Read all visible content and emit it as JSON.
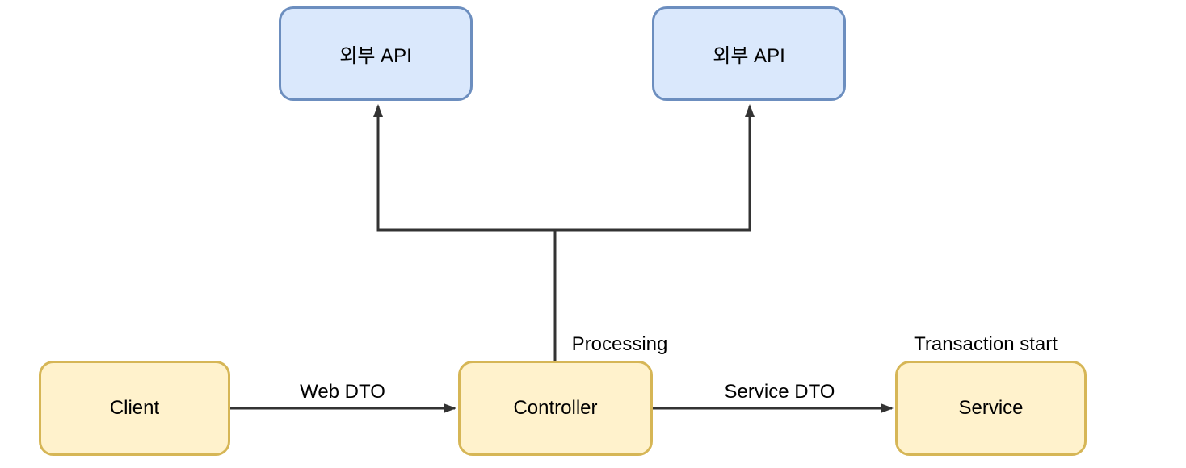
{
  "diagram": {
    "nodes": {
      "ext_api_left": {
        "label": "외부 API"
      },
      "ext_api_right": {
        "label": "외부 API"
      },
      "client": {
        "label": "Client"
      },
      "controller": {
        "label": "Controller"
      },
      "service": {
        "label": "Service"
      }
    },
    "edge_labels": {
      "web_dto": "Web DTO",
      "service_dto": "Service DTO",
      "processing": "Processing",
      "transaction_start": "Transaction start"
    },
    "colors": {
      "blue_fill": "#dae8fc",
      "blue_border": "#6c8ebf",
      "yellow_fill": "#fff2cc",
      "yellow_border": "#d6b656",
      "line": "#333333",
      "text": "#000000"
    }
  }
}
